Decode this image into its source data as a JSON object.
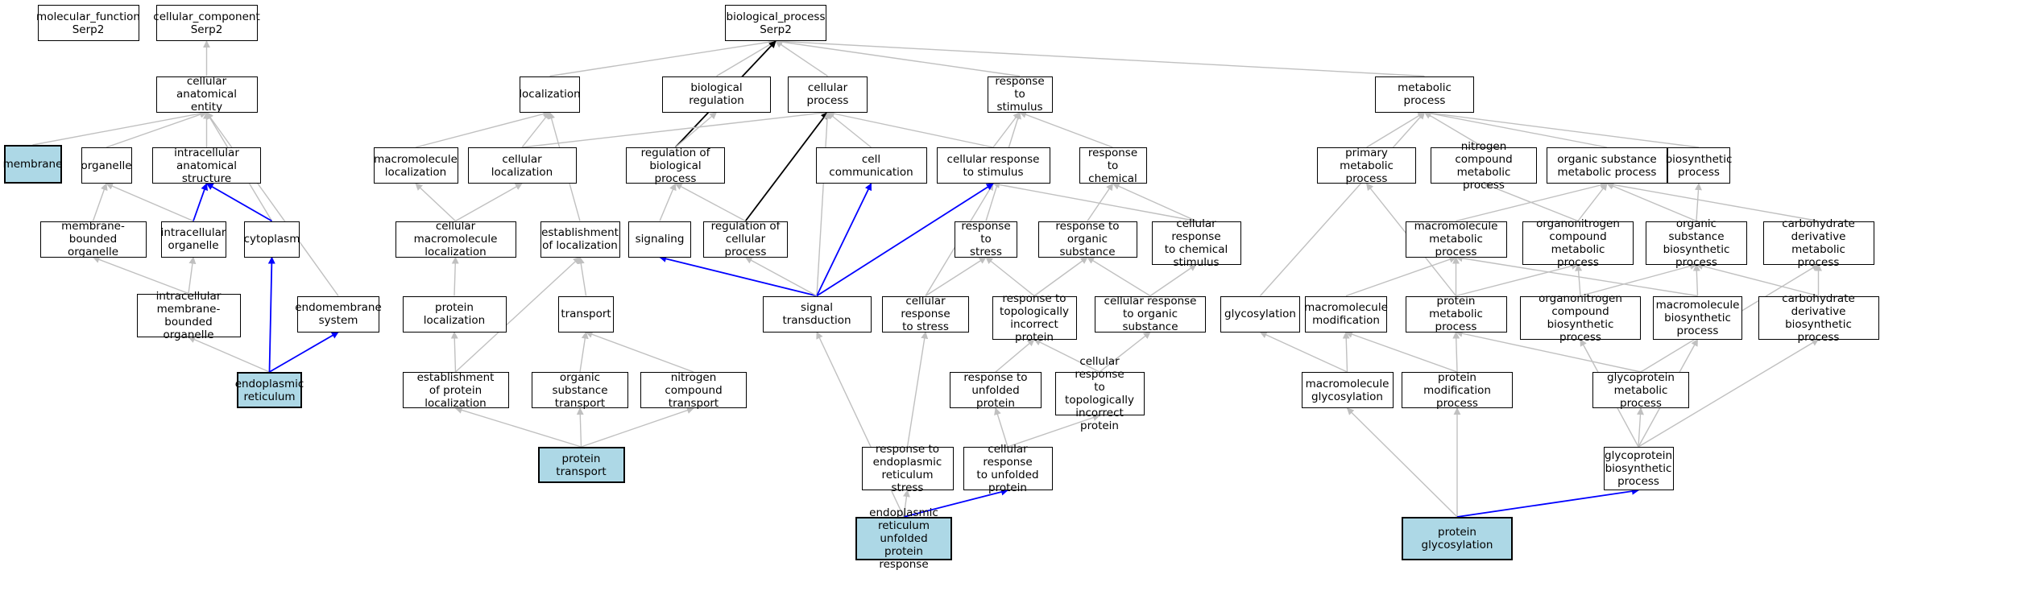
{
  "colors": {
    "edge_gray": "#c0c0c0",
    "edge_blue": "#0000ff",
    "edge_black": "#000000",
    "highlight": "#add8e6"
  },
  "nodes": {
    "mf": "molecular_function\nSerp2",
    "cc": "cellular_component\nSerp2",
    "bp": "biological_process\nSerp2",
    "cae": "cellular anatomical\nentity",
    "membrane": "membrane",
    "organelle": "organelle",
    "ias": "intracellular\nanatomical structure",
    "mbo": "membrane-bounded\norganelle",
    "io": "intracellular\norganelle",
    "cytoplasm": "cytoplasm",
    "imbo": "intracellular\nmembrane-bounded\norganelle",
    "endomem": "endomembrane\nsystem",
    "er": "endoplasmic\nreticulum",
    "loc": "localization",
    "biore": "biological regulation",
    "cellproc": "cellular process",
    "rts": "response to\nstimulus",
    "metab": "metabolic process",
    "macroloc": "macromolecule\nlocalization",
    "cellloc": "cellular localization",
    "regbio": "regulation of\nbiological process",
    "cellcomm": "cell communication",
    "crts": "cellular response\nto stimulus",
    "rtc": "response to\nchemical",
    "primmet": "primary metabolic\nprocess",
    "ncmp": "nitrogen compound\nmetabolic process",
    "osmp": "organic substance\nmetabolic process",
    "biosyn": "biosynthetic\nprocess",
    "cml": "cellular macromolecule\nlocalization",
    "estloc": "establishment\nof localization",
    "signaling": "signaling",
    "regcell": "regulation of\ncellular process",
    "rtstress": "response to\nstress",
    "rtos": "response to\norganic substance",
    "crtc": "cellular response\nto chemical\nstimulus",
    "mmp": "macromolecule\nmetabolic process",
    "oncmp": "organonitrogen\ncompound metabolic\nprocess",
    "osbp": "organic substance\nbiosynthetic\nprocess",
    "cdmp": "carbohydrate\nderivative metabolic\nprocess",
    "protloc": "protein localization",
    "transport": "transport",
    "sigtrans": "signal transduction",
    "crtstress": "cellular response\nto stress",
    "rtip": "response to\ntopologically\nincorrect protein",
    "crtos": "cellular response\nto organic substance",
    "glycosylation": "glycosylation",
    "macromod": "macromolecule\nmodification",
    "protmet": "protein metabolic\nprocess",
    "oncbp": "organonitrogen\ncompound biosynthetic\nprocess",
    "mbp": "macromolecule\nbiosynthetic\nprocess",
    "cdbp": "carbohydrate\nderivative biosynthetic\nprocess",
    "estprotloc": "establishment\nof protein localization",
    "ostrans": "organic substance\ntransport",
    "nctrans": "nitrogen compound\ntransport",
    "rtup": "response to\nunfolded protein",
    "crtip": "cellular response\nto topologically\nincorrect protein",
    "mglyc": "macromolecule\nglycosylation",
    "protmod": "protein modification\nprocess",
    "glycomet": "glycoprotein\nmetabolic process",
    "prottrans": "protein transport",
    "rtERstress": "response to\nendoplasmic\nreticulum stress",
    "crtup": "cellular response\nto unfolded\nprotein",
    "glycobio": "glycoprotein\nbiosynthetic\nprocess",
    "erupr": "endoplasmic\nreticulum unfolded\nprotein response",
    "protglyc": "protein glycosylation"
  },
  "highlighted": [
    "membrane",
    "er",
    "prottrans",
    "erupr",
    "protglyc"
  ],
  "edges": [
    [
      "cae",
      "cc",
      "gray"
    ],
    [
      "membrane",
      "cae",
      "gray"
    ],
    [
      "organelle",
      "cae",
      "gray"
    ],
    [
      "ias",
      "cae",
      "gray"
    ],
    [
      "cytoplasm",
      "cae",
      "gray"
    ],
    [
      "endomem",
      "cae",
      "gray"
    ],
    [
      "mbo",
      "organelle",
      "gray"
    ],
    [
      "io",
      "organelle",
      "gray"
    ],
    [
      "io",
      "ias",
      "blue"
    ],
    [
      "cytoplasm",
      "ias",
      "blue"
    ],
    [
      "imbo",
      "mbo",
      "gray"
    ],
    [
      "imbo",
      "io",
      "gray"
    ],
    [
      "er",
      "imbo",
      "gray"
    ],
    [
      "er",
      "cytoplasm",
      "blue"
    ],
    [
      "er",
      "endomem",
      "blue"
    ],
    [
      "loc",
      "bp",
      "gray"
    ],
    [
      "biore",
      "bp",
      "gray"
    ],
    [
      "cellproc",
      "bp",
      "gray"
    ],
    [
      "rts",
      "bp",
      "gray"
    ],
    [
      "metab",
      "bp",
      "gray"
    ],
    [
      "regbio",
      "bp",
      "black"
    ],
    [
      "macroloc",
      "loc",
      "gray"
    ],
    [
      "cellloc",
      "loc",
      "gray"
    ],
    [
      "estloc",
      "loc",
      "gray"
    ],
    [
      "cellloc",
      "cellproc",
      "gray"
    ],
    [
      "regbio",
      "biore",
      "gray"
    ],
    [
      "cellcomm",
      "cellproc",
      "gray"
    ],
    [
      "crts",
      "cellproc",
      "gray"
    ],
    [
      "regcell",
      "cellproc",
      "black"
    ],
    [
      "sigtrans",
      "cellproc",
      "gray"
    ],
    [
      "crts",
      "rts",
      "gray"
    ],
    [
      "rtc",
      "rts",
      "gray"
    ],
    [
      "rtstress",
      "rts",
      "gray"
    ],
    [
      "primmet",
      "metab",
      "gray"
    ],
    [
      "ncmp",
      "metab",
      "gray"
    ],
    [
      "osmp",
      "metab",
      "gray"
    ],
    [
      "biosyn",
      "metab",
      "gray"
    ],
    [
      "glycosylation",
      "metab",
      "gray"
    ],
    [
      "cml",
      "macroloc",
      "gray"
    ],
    [
      "cml",
      "cellloc",
      "gray"
    ],
    [
      "signaling",
      "regbio",
      "gray"
    ],
    [
      "regcell",
      "regbio",
      "gray"
    ],
    [
      "rtos",
      "rtc",
      "gray"
    ],
    [
      "crtc",
      "rtc",
      "gray"
    ],
    [
      "crtc",
      "crts",
      "gray"
    ],
    [
      "crtstress",
      "crts",
      "gray"
    ],
    [
      "mmp",
      "osmp",
      "gray"
    ],
    [
      "oncmp",
      "osmp",
      "gray"
    ],
    [
      "oncmp",
      "ncmp",
      "gray"
    ],
    [
      "osbp",
      "osmp",
      "gray"
    ],
    [
      "osbp",
      "biosyn",
      "gray"
    ],
    [
      "cdmp",
      "osmp",
      "gray"
    ],
    [
      "protloc",
      "cml",
      "gray"
    ],
    [
      "transport",
      "estloc",
      "gray"
    ],
    [
      "sigtrans",
      "signaling",
      "blue"
    ],
    [
      "sigtrans",
      "cellcomm",
      "blue"
    ],
    [
      "sigtrans",
      "crts",
      "blue"
    ],
    [
      "sigtrans",
      "regcell",
      "gray"
    ],
    [
      "crtstress",
      "rtstress",
      "gray"
    ],
    [
      "rtip",
      "rtstress",
      "gray"
    ],
    [
      "rtip",
      "rtos",
      "gray"
    ],
    [
      "crtos",
      "rtos",
      "gray"
    ],
    [
      "crtos",
      "crtc",
      "gray"
    ],
    [
      "macromod",
      "mmp",
      "gray"
    ],
    [
      "protmet",
      "mmp",
      "gray"
    ],
    [
      "protmet",
      "oncmp",
      "gray"
    ],
    [
      "protmet",
      "primmet",
      "gray"
    ],
    [
      "oncbp",
      "oncmp",
      "gray"
    ],
    [
      "oncbp",
      "osbp",
      "gray"
    ],
    [
      "mbp",
      "mmp",
      "gray"
    ],
    [
      "mbp",
      "osbp",
      "gray"
    ],
    [
      "cdbp",
      "osbp",
      "gray"
    ],
    [
      "cdbp",
      "cdmp",
      "gray"
    ],
    [
      "estprotloc",
      "estloc",
      "gray"
    ],
    [
      "estprotloc",
      "protloc",
      "gray"
    ],
    [
      "ostrans",
      "transport",
      "gray"
    ],
    [
      "nctrans",
      "transport",
      "gray"
    ],
    [
      "rtup",
      "rtip",
      "gray"
    ],
    [
      "crtip",
      "rtip",
      "gray"
    ],
    [
      "crtip",
      "crtos",
      "gray"
    ],
    [
      "mglyc",
      "glycosylation",
      "gray"
    ],
    [
      "mglyc",
      "macromod",
      "gray"
    ],
    [
      "protmod",
      "macromod",
      "gray"
    ],
    [
      "protmod",
      "protmet",
      "gray"
    ],
    [
      "glycomet",
      "protmet",
      "gray"
    ],
    [
      "glycomet",
      "cdmp",
      "gray"
    ],
    [
      "prottrans",
      "estprotloc",
      "gray"
    ],
    [
      "prottrans",
      "ostrans",
      "gray"
    ],
    [
      "prottrans",
      "nctrans",
      "gray"
    ],
    [
      "rtERstress",
      "crtstress",
      "gray"
    ],
    [
      "crtup",
      "rtup",
      "gray"
    ],
    [
      "crtup",
      "crtip",
      "gray"
    ],
    [
      "glycobio",
      "glycomet",
      "gray"
    ],
    [
      "glycobio",
      "oncbp",
      "gray"
    ],
    [
      "glycobio",
      "mbp",
      "gray"
    ],
    [
      "glycobio",
      "cdbp",
      "gray"
    ],
    [
      "erupr",
      "rtERstress",
      "gray"
    ],
    [
      "erupr",
      "crtup",
      "blue"
    ],
    [
      "erupr",
      "sigtrans",
      "gray"
    ],
    [
      "protglyc",
      "mglyc",
      "gray"
    ],
    [
      "protglyc",
      "protmod",
      "gray"
    ],
    [
      "protglyc",
      "glycobio",
      "blue"
    ]
  ]
}
